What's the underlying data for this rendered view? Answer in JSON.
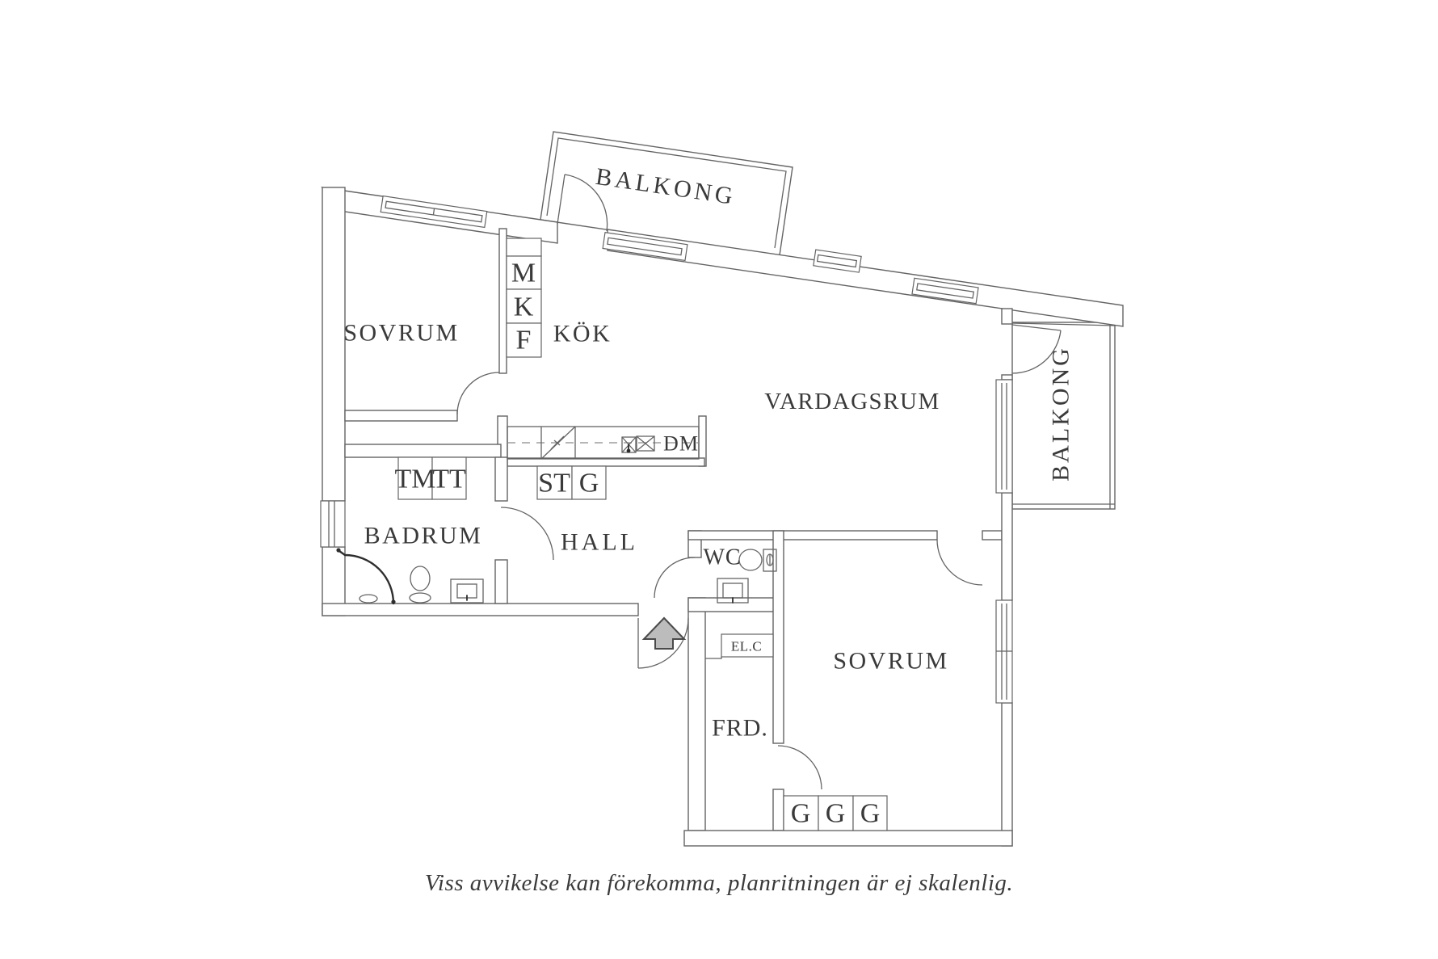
{
  "floorplan": {
    "caption": "Viss avvikelse kan förekomma, planritningen är ej skalenlig.",
    "labels": {
      "balkong_top": "BALKONG",
      "balkong_right": "BALKONG",
      "sovrum_top": "SOVRUM",
      "sovrum_bottom": "SOVRUM",
      "kok": "KÖK",
      "vardagsrum": "VARDAGSRUM",
      "badrum": "BADRUM",
      "hall": "HALL",
      "wc": "WC",
      "frd": "FRD.",
      "elc": "EL.C",
      "dm": "DM",
      "m": "M",
      "k": "K",
      "f": "F",
      "tm": "TM",
      "tt": "TT",
      "st": "ST",
      "g": "G",
      "g1": "G",
      "g2": "G",
      "g3": "G"
    },
    "icons": {
      "entrance_arrow": "up-arrow marking apartment entrance",
      "doors": "quarter-circle swing arcs",
      "windows": "double-line window boxes"
    },
    "colors": {
      "wall_line": "#646464",
      "text": "#3a3a3a",
      "arrow_fill": "#bcbcbc",
      "background": "#ffffff"
    }
  }
}
